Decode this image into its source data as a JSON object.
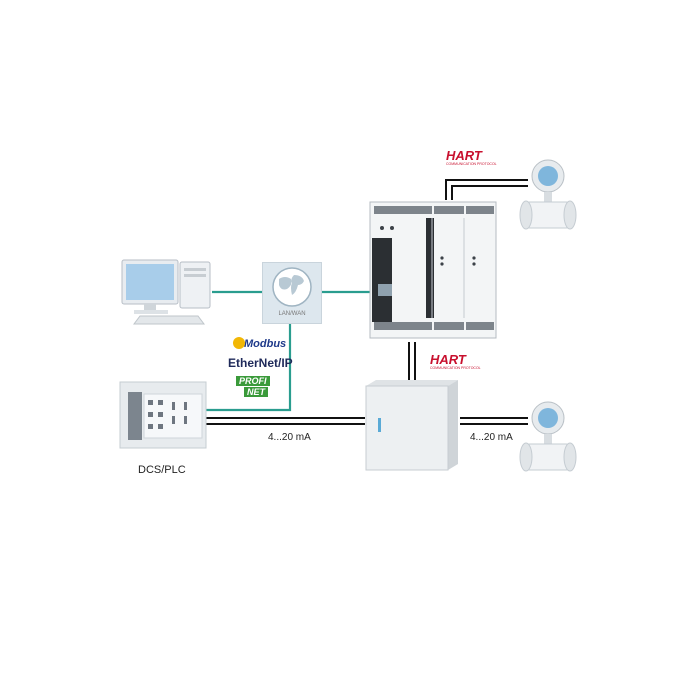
{
  "labels": {
    "lan_wan": "LAN/WAN",
    "dcs_plc": "DCS/PLC",
    "current_left": "4...20 mA",
    "current_right": "4...20 mA"
  },
  "protocols": {
    "modbus": "Modbus",
    "ethernet_ip": "EtherNet/IP",
    "profi": "PROFI",
    "net": "NET"
  },
  "hart": {
    "logo": "HART",
    "subtitle": "COMMUNICATION PROTOCOL"
  },
  "colors": {
    "network_line": "#2a9d8f",
    "signal_line": "#111111",
    "hart_red": "#c8102e",
    "profinet_green": "#3a9a3a"
  },
  "icons": [
    "computer-icon",
    "globe-icon",
    "hart-multiplexer-icon",
    "dcs-plc-rack-icon",
    "cabinet-icon",
    "flowmeter-icon"
  ]
}
